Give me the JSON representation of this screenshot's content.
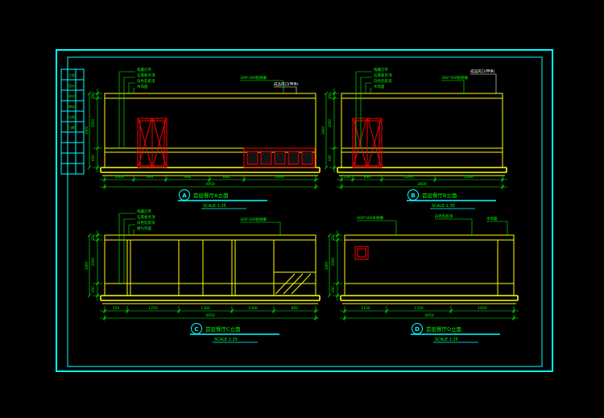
{
  "drawing": {
    "background": "#000000",
    "frame_color": "#00ffff",
    "line_color": "#ffff00",
    "highlight_color": "#ff0000",
    "annotation_color": "#00ff00"
  },
  "title_block": {
    "rows": [
      "工程",
      "设计",
      "校对",
      "审核",
      "比例",
      "日期"
    ]
  },
  "panels": [
    {
      "letter": "A",
      "title": "首层餐厅A立面",
      "scale": "SCALE 1:35",
      "ann_left": [
        "暗藏灯带",
        "石膏板吊顶",
        "白色乳胶漆",
        "木饰面"
      ],
      "ann_right": [
        "300*300铝格栅",
        "成品风口(甲供)"
      ],
      "dims_bottom": [
        "1000",
        "400",
        "900",
        "800",
        "1850"
      ],
      "dims_bottom_total": "4950",
      "dims_left": [
        "350",
        "2650",
        "600"
      ],
      "dims_left_total": "3600"
    },
    {
      "letter": "B",
      "title": "首层餐厅B立面",
      "scale": "SCALE 1:35",
      "ann_left": [
        "暗藏灯带",
        "石膏板吊顶",
        "白色乳胶漆",
        "木饰面"
      ],
      "ann_right": [
        "300*300铝格栅",
        "成品风口(甲供)"
      ],
      "dims_bottom": [
        "250",
        "650",
        "1200",
        "1500"
      ],
      "dims_bottom_total": "3600",
      "dims_left": [
        "350",
        "2650",
        "600"
      ],
      "dims_left_total": "3600"
    },
    {
      "letter": "C",
      "title": "首层餐厅C立面",
      "scale": "SCALE 1:25",
      "ann_left": [
        "暗藏灯带",
        "石膏板吊顶",
        "白色乳胶漆",
        "硬包饰面"
      ],
      "ann_right": [
        "300*300铝格栅"
      ],
      "dims_bottom": [
        "550",
        "1250",
        "1300",
        "1000",
        "850"
      ],
      "dims_bottom_total": "4950",
      "dims_left": [
        "350",
        "2650",
        "600"
      ],
      "dims_left_total": "3600"
    },
    {
      "letter": "D",
      "title": "首层餐厅D立面",
      "scale": "SCALE 1:25",
      "annotations": [
        "200*300木格栅",
        "白色乳胶漆",
        "木饰面"
      ],
      "dims_bottom": [
        "1100",
        "1700",
        "1650"
      ],
      "dims_bottom_total": "4450",
      "dims_left": [
        "350",
        "2650",
        "600"
      ],
      "dims_left_total": "3600"
    }
  ]
}
